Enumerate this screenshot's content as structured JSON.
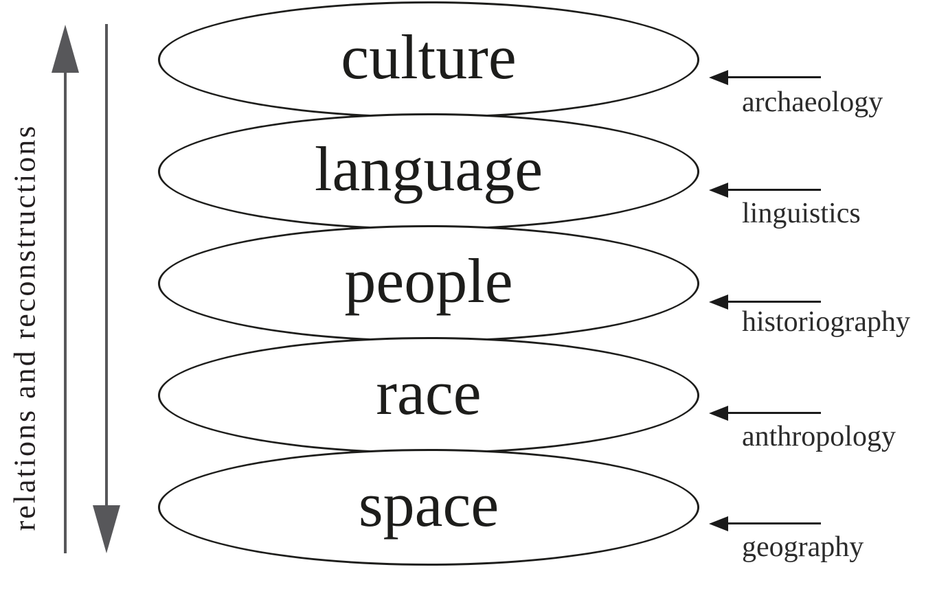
{
  "diagram": {
    "axis_label": "relations and reconstructions",
    "layers": [
      {
        "label": "culture",
        "discipline": "archaeology"
      },
      {
        "label": "language",
        "discipline": "linguistics"
      },
      {
        "label": "people",
        "discipline": "historiography"
      },
      {
        "label": "race",
        "discipline": "anthropology"
      },
      {
        "label": "space",
        "discipline": "geography"
      }
    ],
    "colors": {
      "outline": "#1d1d1b",
      "ellipse_fill": "#ffffff",
      "axis_arrow_gray": "#57575a",
      "discipline_arrow_black": "#1a1a1a",
      "text": "#231f20"
    }
  }
}
